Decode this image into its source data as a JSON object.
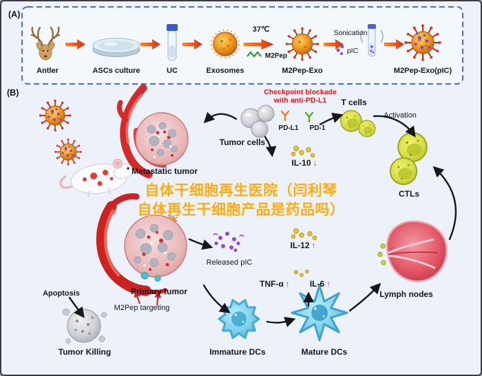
{
  "panelA": {
    "tag": "(A)",
    "steps": {
      "antler": "Antler",
      "ascs": "ASCs culture",
      "uc": "UC",
      "exosomes": "Exosomes",
      "m2pepExo": "M2Pep-Exo",
      "m2pepExoPic": "M2Pep-Exo(pIC)"
    },
    "annotations": {
      "temp": "37℃",
      "m2pep": "M2Pep",
      "sonication": "Sonication",
      "pic": "pIC"
    }
  },
  "panelB": {
    "tag": "(B)",
    "checkpoint": {
      "line1": "Checkpoint blockade",
      "line2": "with anti-PD-L1"
    },
    "pdl1": "PD-L1",
    "pd1": "PD-1",
    "tCells": "T cells",
    "activation": "Activation",
    "tumorCells": "Tumor cells",
    "metastaticTumor": "Metastatic tumor",
    "il10": "IL-10",
    "il10Arrow": "↓",
    "ctls": "CTLs",
    "il12": "IL-12",
    "il12Arrow": "↑",
    "releasedPic": "Released pIC",
    "tnfa": "TNF-α",
    "tnfaArrow": "↑",
    "il6": "IL-6",
    "il6Arrow": "↑",
    "lymphNodes": "Lymph nodes",
    "apoptosis": "Apoptosis",
    "primaryTumor": "Primary tumor",
    "m2pepTargeting": "M2Pep targeting",
    "tumorKilling": "Tumor Killing",
    "immatureDcs": "Immature DCs",
    "matureDcs": "Mature DCs"
  },
  "watermark": {
    "line1": "自体干细胞再生医院（闫利琴",
    "line2": "自体再生干细胞产品是药品吗）"
  },
  "colors": {
    "checkpointRed": "#e81515",
    "cytokineArrowRed": "#e81515",
    "watermarkYellow": "#ffac12",
    "panelBorderBlue": "#4a6fd4",
    "processArrowRed": "#de2c0c"
  }
}
